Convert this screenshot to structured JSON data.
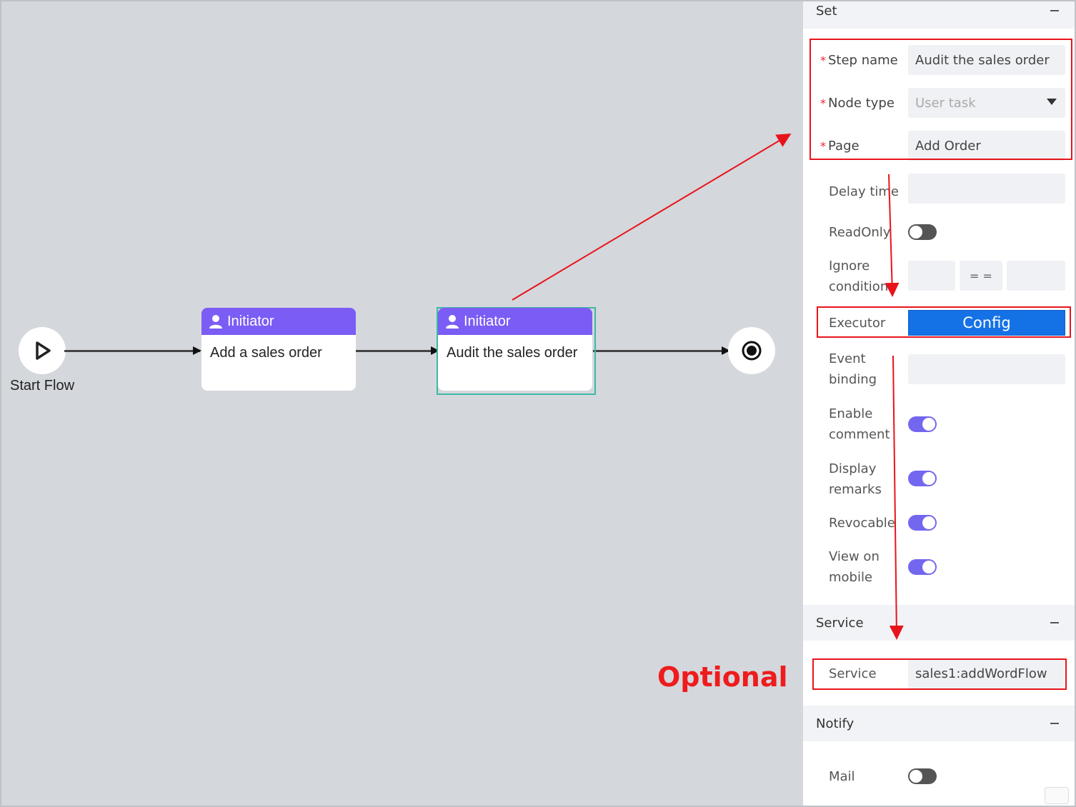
{
  "canvas": {
    "start": {
      "label": "Start Flow"
    },
    "nodes": [
      {
        "header": "Initiator",
        "body": "Add  a sales order"
      },
      {
        "header": "Initiator",
        "body": "Audit the sales order"
      }
    ]
  },
  "panel": {
    "set": {
      "title": "Set",
      "step_name": {
        "label": "Step name",
        "value": "Audit the sales order"
      },
      "node_type": {
        "label": "Node type",
        "placeholder": "User task"
      },
      "page": {
        "label": "Page",
        "value": "Add Order"
      },
      "delay_time": {
        "label": "Delay time"
      },
      "readonly": {
        "label": "ReadOnly",
        "on": false
      },
      "ignore_condition": {
        "label_line1": "Ignore",
        "label_line2": "condition",
        "operator": "= ="
      },
      "executor": {
        "label": "Executor",
        "button": "Config"
      },
      "event_binding": {
        "label_line1": "Event",
        "label_line2": "binding"
      },
      "enable_comment": {
        "label_line1": "Enable",
        "label_line2": "comment",
        "on": true
      },
      "display_remarks": {
        "label_line1": "Display",
        "label_line2": "remarks",
        "on": true
      },
      "revocable": {
        "label": "Revocable",
        "on": true
      },
      "view_on_mobile": {
        "label_line1": "View on",
        "label_line2": "mobile",
        "on": true
      }
    },
    "service": {
      "title": "Service",
      "field": {
        "label": "Service",
        "value": "sales1:addWordFlow"
      }
    },
    "notify": {
      "title": "Notify",
      "mail": {
        "label": "Mail",
        "on": false
      }
    }
  },
  "annotation": {
    "optional": "Optional",
    "color": "#e8141b"
  },
  "colors": {
    "node_header": "#7b5cf5",
    "toggle_on": "#7367f0",
    "config_button": "#1572e6",
    "canvas_bg": "#d4d7dc",
    "selection": "#3cb9a4"
  }
}
